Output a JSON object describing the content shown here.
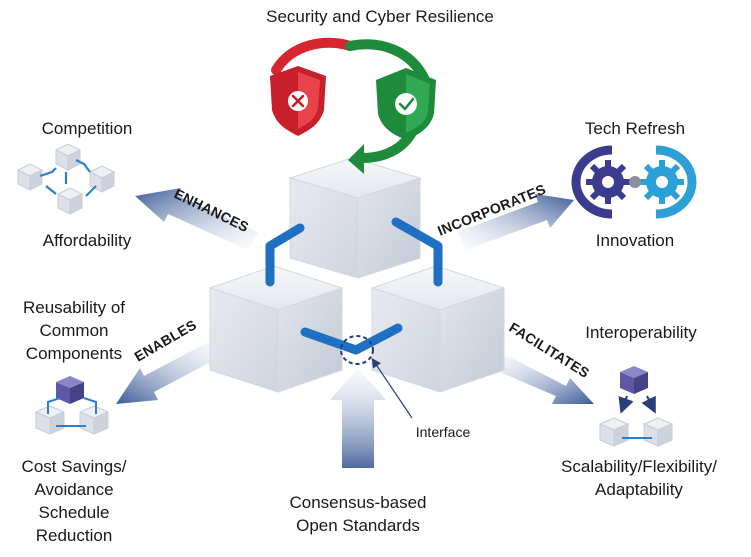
{
  "title": "Security and Cyber Resilience",
  "labels": {
    "competition": "Competition",
    "affordability": "Affordability",
    "tech_refresh": "Tech Refresh",
    "innovation": "Innovation",
    "reusability": [
      "Reusability of",
      "Common",
      "Components"
    ],
    "cost_savings": [
      "Cost Savings/",
      "Avoidance",
      "Schedule",
      "Reduction"
    ],
    "interoperability": "Interoperability",
    "scalability": [
      "Scalability/Flexibility/",
      "Adaptability"
    ],
    "interface": "Interface",
    "standards": [
      "Consensus-based",
      "Open Standards"
    ]
  },
  "arrows": {
    "enhances": "ENHANCES",
    "incorporates": "INCORPORATES",
    "enables": "ENABLES",
    "facilitates": "FACILITATES"
  },
  "colors": {
    "arrow": "#2f4d8a",
    "connector": "#1f6fc3",
    "shield_red": "#c8202a",
    "shield_green": "#1e8a3c",
    "cube_face": "#eceef2"
  }
}
